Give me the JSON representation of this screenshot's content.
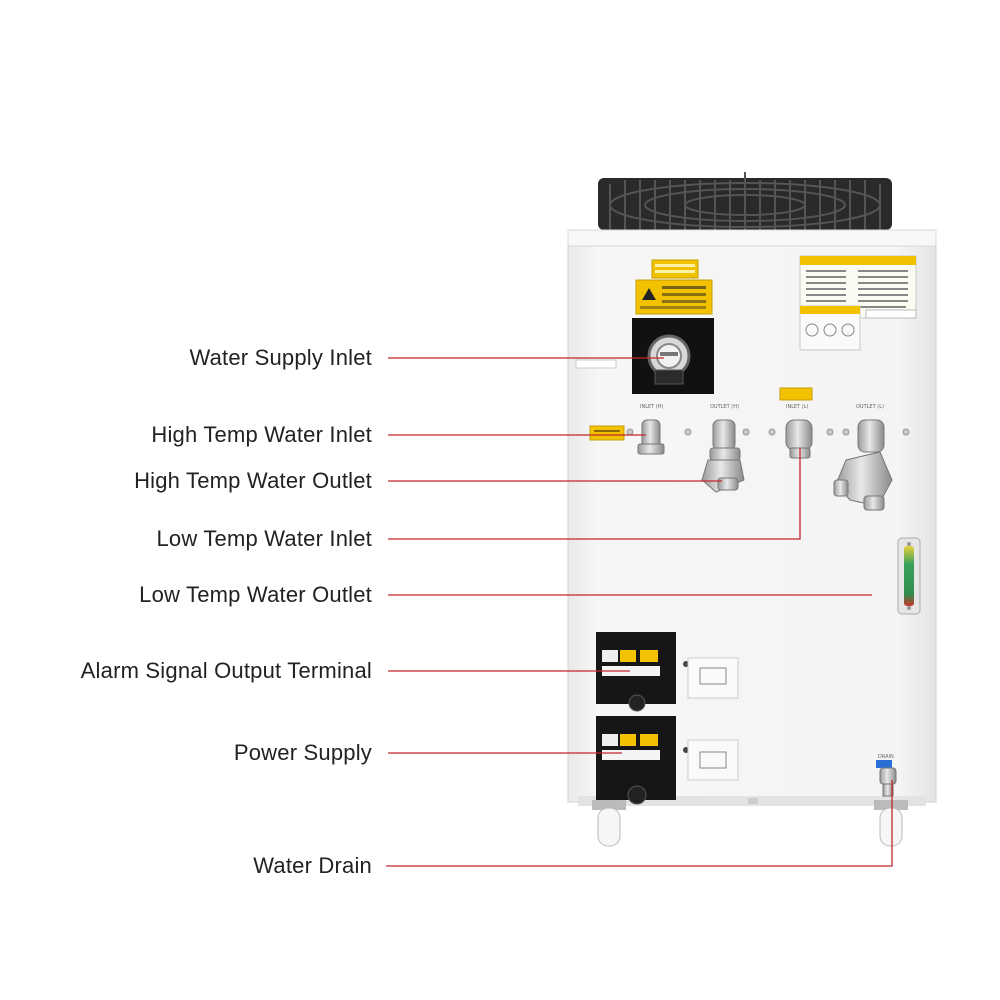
{
  "callouts": [
    {
      "id": "water-supply-inlet",
      "label": "Water Supply Inlet"
    },
    {
      "id": "high-temp-water-inlet",
      "label": "High Temp Water Inlet"
    },
    {
      "id": "high-temp-water-outlet",
      "label": "High Temp Water Outlet"
    },
    {
      "id": "low-temp-water-inlet",
      "label": "Low Temp Water Inlet"
    },
    {
      "id": "low-temp-water-outlet",
      "label": "Low Temp Water Outlet"
    },
    {
      "id": "alarm-signal-output-terminal",
      "label": "Alarm Signal Output Terminal"
    },
    {
      "id": "power-supply",
      "label": "Power Supply"
    },
    {
      "id": "water-drain",
      "label": "Water Drain"
    }
  ],
  "port_labels": {
    "inlet_h": "INLET (H)",
    "outlet_h": "OUTLET (H)",
    "inlet_l": "INLET (L)",
    "outlet_l": "OUTLET (L)",
    "drain": "DRAIN"
  },
  "colors": {
    "leader_line": "#c0272d",
    "cabinet": "#f3f3f3",
    "warning_yellow": "#f2c200",
    "label_text": "#222222"
  }
}
